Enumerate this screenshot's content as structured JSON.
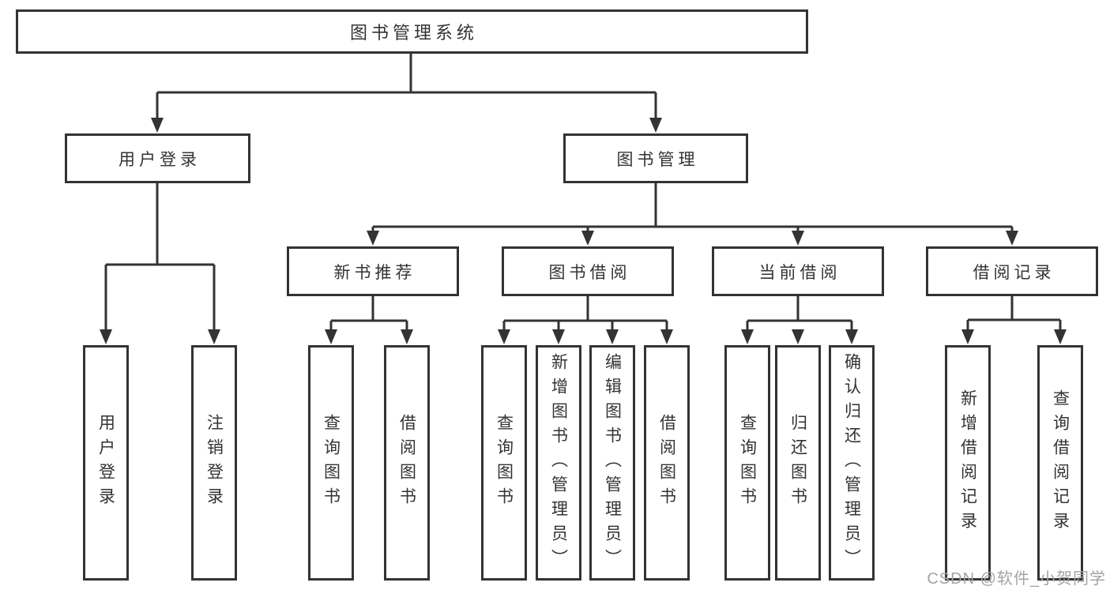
{
  "tree": {
    "root": {
      "label": "图书管理系统",
      "children": [
        {
          "label": "用户登录",
          "children": [
            {
              "label": "用户登录"
            },
            {
              "label": "注销登录"
            }
          ]
        },
        {
          "label": "图书管理",
          "children": [
            {
              "label": "新书推荐",
              "children": [
                {
                  "label": "查询图书"
                },
                {
                  "label": "借阅图书"
                }
              ]
            },
            {
              "label": "图书借阅",
              "children": [
                {
                  "label": "查询图书"
                },
                {
                  "label": "新增图书（管理员）"
                },
                {
                  "label": "编辑图书（管理员）"
                },
                {
                  "label": "借阅图书"
                }
              ]
            },
            {
              "label": "当前借阅",
              "children": [
                {
                  "label": "查询图书"
                },
                {
                  "label": "归还图书"
                },
                {
                  "label": "确认归还（管理员）"
                }
              ]
            },
            {
              "label": "借阅记录",
              "children": [
                {
                  "label": "新增借阅记录"
                },
                {
                  "label": "查询借阅记录"
                }
              ]
            }
          ]
        }
      ]
    }
  },
  "watermark": {
    "text": "CSDN @软件_小贺同学"
  },
  "colors": {
    "border": "#333333",
    "line": "#333333",
    "text": "#333333",
    "background": "#ffffff",
    "watermark": "#a3a3a3"
  }
}
